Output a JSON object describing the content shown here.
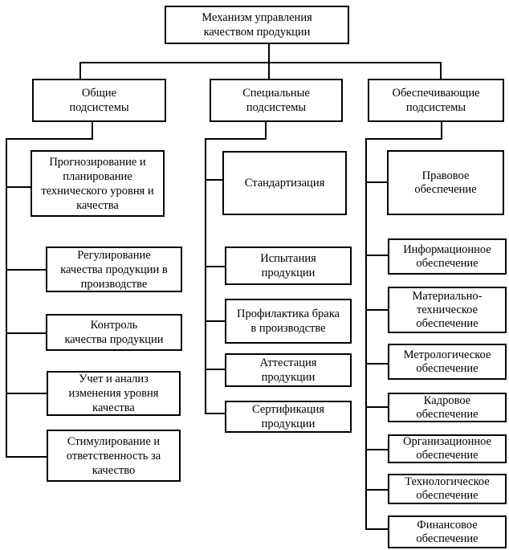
{
  "diagram_title": "Механизм управления качеством продукции",
  "root": {
    "label": "Механизм управления\nкачеством продукции"
  },
  "branches": [
    {
      "label": "Общие\nподсистемы",
      "items": [
        "Прогнозирование и\nпланирование\nтехнического уровня и\nкачества",
        "Регулирование\nкачества продукции в\nпроизводстве",
        "Контроль\nкачества продукции",
        "Учет и анализ\nизменения уровня\nкачества",
        "Стимулирование и\nответственность за\nкачество"
      ]
    },
    {
      "label": "Специальные\nподсистемы",
      "items": [
        "Стандартизация",
        "Испытания\nпродукции",
        "Профилактика брака\nв производстве",
        "Аттестация\nпродукции",
        "Сертификация\nпродукции"
      ]
    },
    {
      "label": "Обеспечивающие\nподсистемы",
      "items": [
        "Правовое\nобеспечение",
        "Информационное\nобеспечение",
        "Материально-\nтехническое\nобеспечение",
        "Метрологическое\nобеспечение",
        "Кадровое\nобеспечение",
        "Организационное\nобеспечение",
        "Технологическое\nобеспечение",
        "Финансовое\nобеспечение"
      ]
    }
  ],
  "colors": {
    "line": "#000000",
    "box_bg": "#ffffff",
    "page_bg": "#ffffff",
    "text": "#000000"
  }
}
